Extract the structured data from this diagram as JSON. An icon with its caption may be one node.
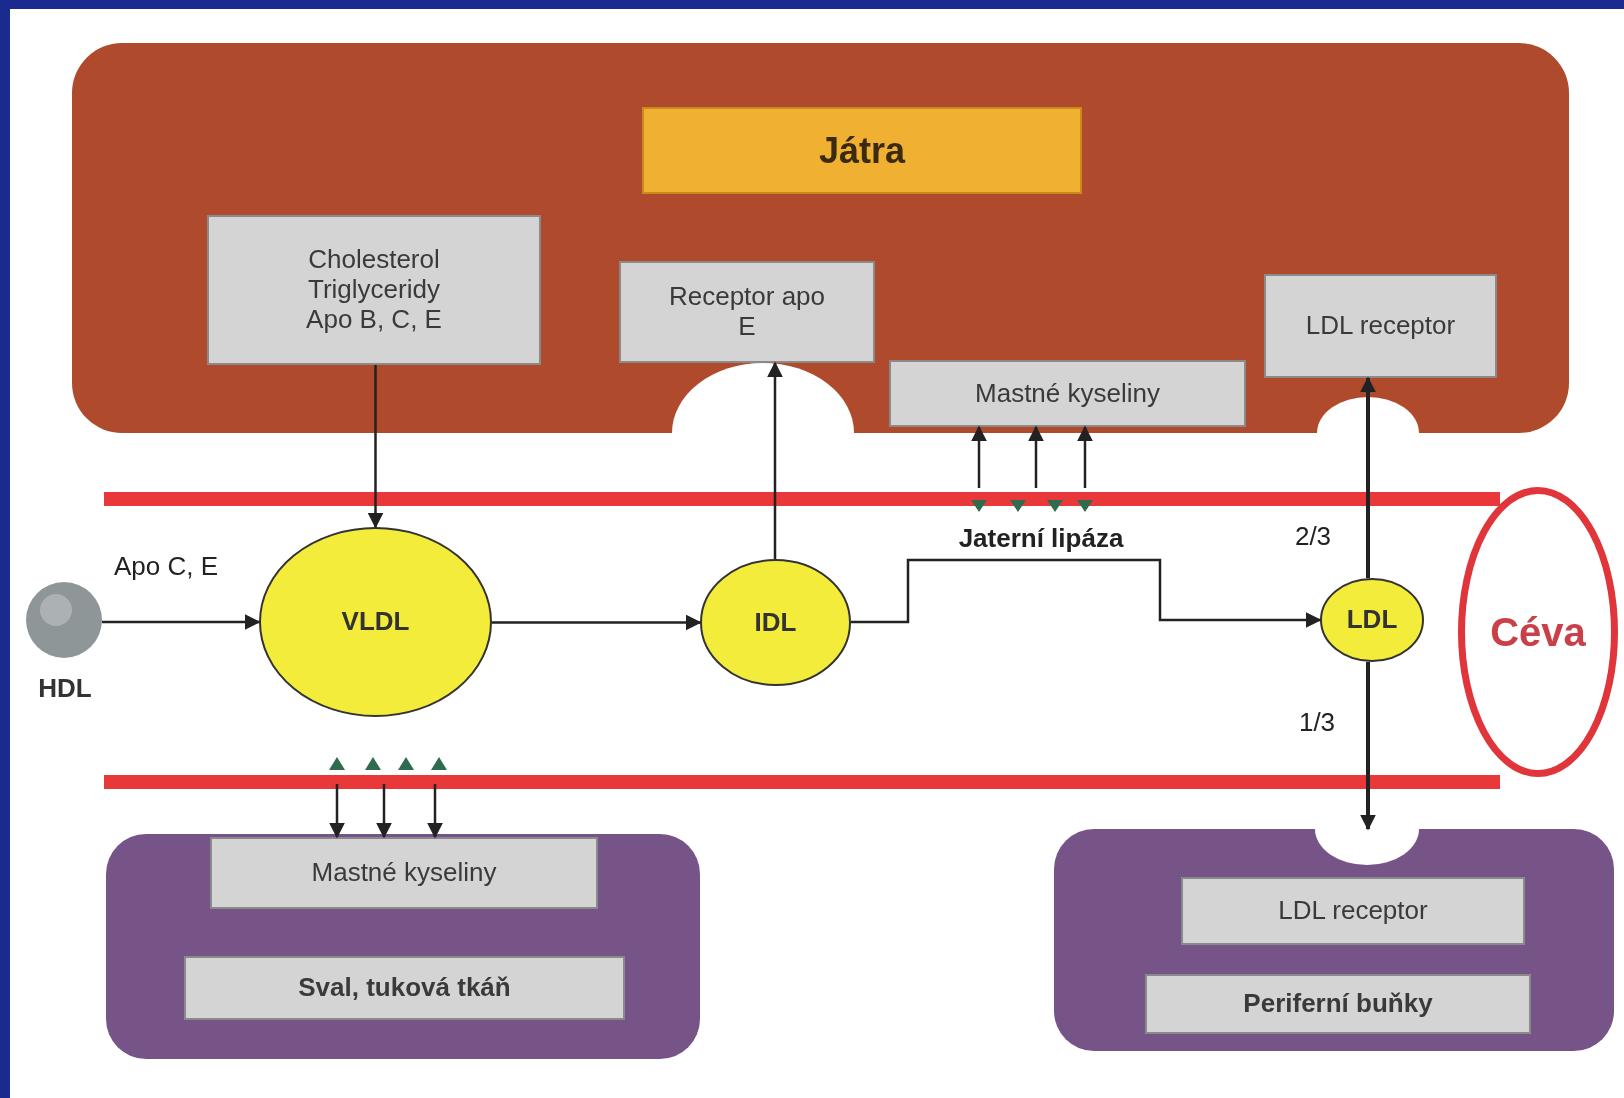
{
  "diagram": {
    "nodes": [
      {
        "text": [],
        "shape": "box"
      },
      {
        "text": [
          "Játra"
        ],
        "in": 0
      },
      {
        "text": [
          "Cholesterol",
          "Triglyceridy",
          "Apo B, C, E"
        ],
        "in": 0
      },
      {
        "text": [
          "Receptor apo E"
        ],
        "in": 0
      },
      {
        "text": [
          "Mastné kyseliny"
        ],
        "in": 0
      },
      {
        "text": [
          "LDL receptor"
        ],
        "in": 0
      },
      {
        "text": [
          "Céva"
        ]
      },
      {
        "text": [
          "HDL"
        ]
      },
      {
        "text": [
          "VLDL"
        ]
      },
      {
        "text": [
          "IDL"
        ]
      },
      {
        "text": [
          "LDL"
        ]
      },
      {
        "text": [],
        "shape": "box"
      },
      {
        "text": [
          "Mastné kyseliny"
        ],
        "in": 11
      },
      {
        "text": [
          "Sval, tuková tkáň"
        ],
        "in": 11
      },
      {
        "text": [],
        "shape": "box"
      },
      {
        "text": [
          "LDL receptor"
        ],
        "in": 14
      },
      {
        "text": [
          "Periferní buňky"
        ],
        "in": 14
      }
    ],
    "edges": [
      {
        "from": 2,
        "to": 8,
        "arrow": "to"
      },
      {
        "from": 7,
        "to": 8,
        "arrow": "to",
        "label": "Apo C, E"
      },
      {
        "from": 8,
        "to": 9,
        "arrow": "to"
      },
      {
        "from": 9,
        "to": 3,
        "arrow": "to"
      },
      {
        "from": 9,
        "to": 10,
        "arrow": "to"
      },
      {
        "from": 10,
        "to": 5,
        "arrow": "to",
        "label": "2/3"
      },
      {
        "from": 10,
        "to": 14,
        "arrow": "to",
        "label": "1/3"
      },
      {
        "from": null,
        "to": 4,
        "arrow": "to"
      },
      {
        "from": null,
        "to": 4,
        "arrow": "to"
      },
      {
        "from": null,
        "to": 4,
        "arrow": "to"
      },
      {
        "from": null,
        "to": 12,
        "arrow": "to"
      },
      {
        "from": null,
        "to": 12,
        "arrow": "to"
      },
      {
        "from": null,
        "to": 12,
        "arrow": "to"
      }
    ],
    "labels": [
      "Jaterní lipáza"
    ]
  }
}
